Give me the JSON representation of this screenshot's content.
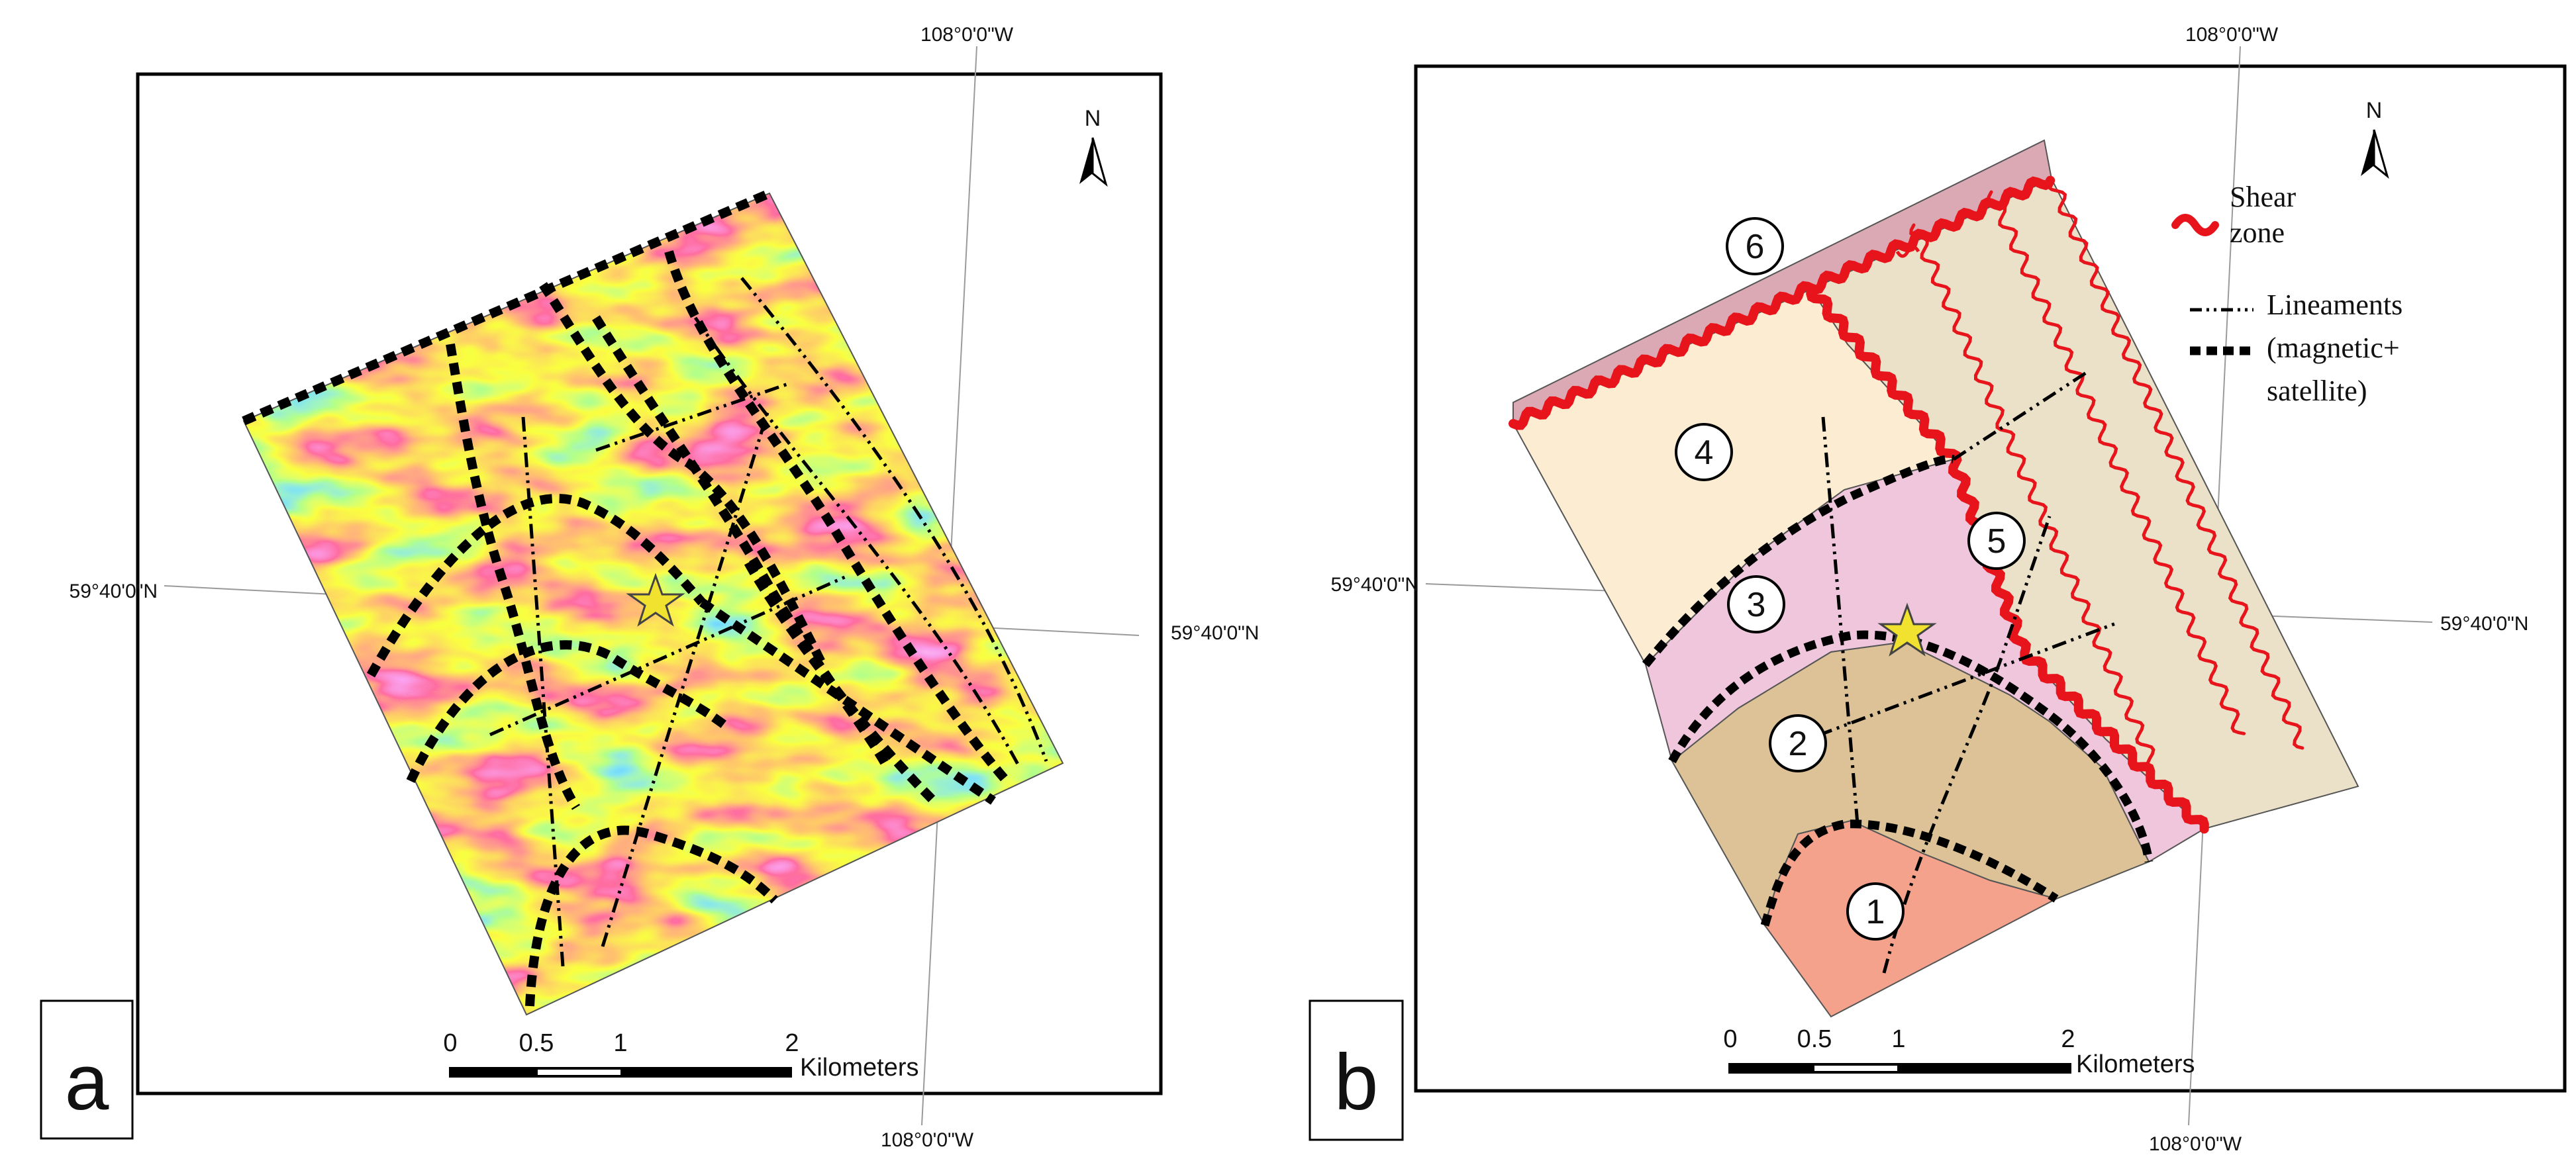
{
  "panel_a": {
    "letter": "a",
    "lon_top": "108°0'0\"W",
    "lon_bottom": "108°0'0\"W",
    "lat_left": "59°40'0\"N",
    "lat_right": "59°40'0\"N",
    "north": "N",
    "scale_ticks": [
      "0",
      "0.5",
      "1",
      "2"
    ],
    "scale_unit": "Kilometers"
  },
  "panel_b": {
    "letter": "b",
    "lon_top": "108°0'0\"W",
    "lon_bottom": "108°0'0\"W",
    "lat_left": "59°40'0\"N",
    "lat_right": "59°40'0\"N",
    "north": "N",
    "scale_ticks": [
      "0",
      "0.5",
      "1",
      "2"
    ],
    "scale_unit": "Kilometers",
    "zones": [
      "1",
      "2",
      "3",
      "4",
      "5",
      "6"
    ],
    "legend": {
      "shear_line1": "Shear",
      "shear_line2": "zone",
      "lineaments_line1": "Lineaments",
      "lineaments_line2": "(magnetic+",
      "lineaments_line3": "satellite)"
    },
    "zone_colors": {
      "1": "#f4a28c",
      "2": "#dcc296",
      "3": "#efc6dc",
      "4": "#fcecd2",
      "5": "#ebe0c8",
      "6": "#dba9b4"
    },
    "shear_color": "#e8141c"
  }
}
